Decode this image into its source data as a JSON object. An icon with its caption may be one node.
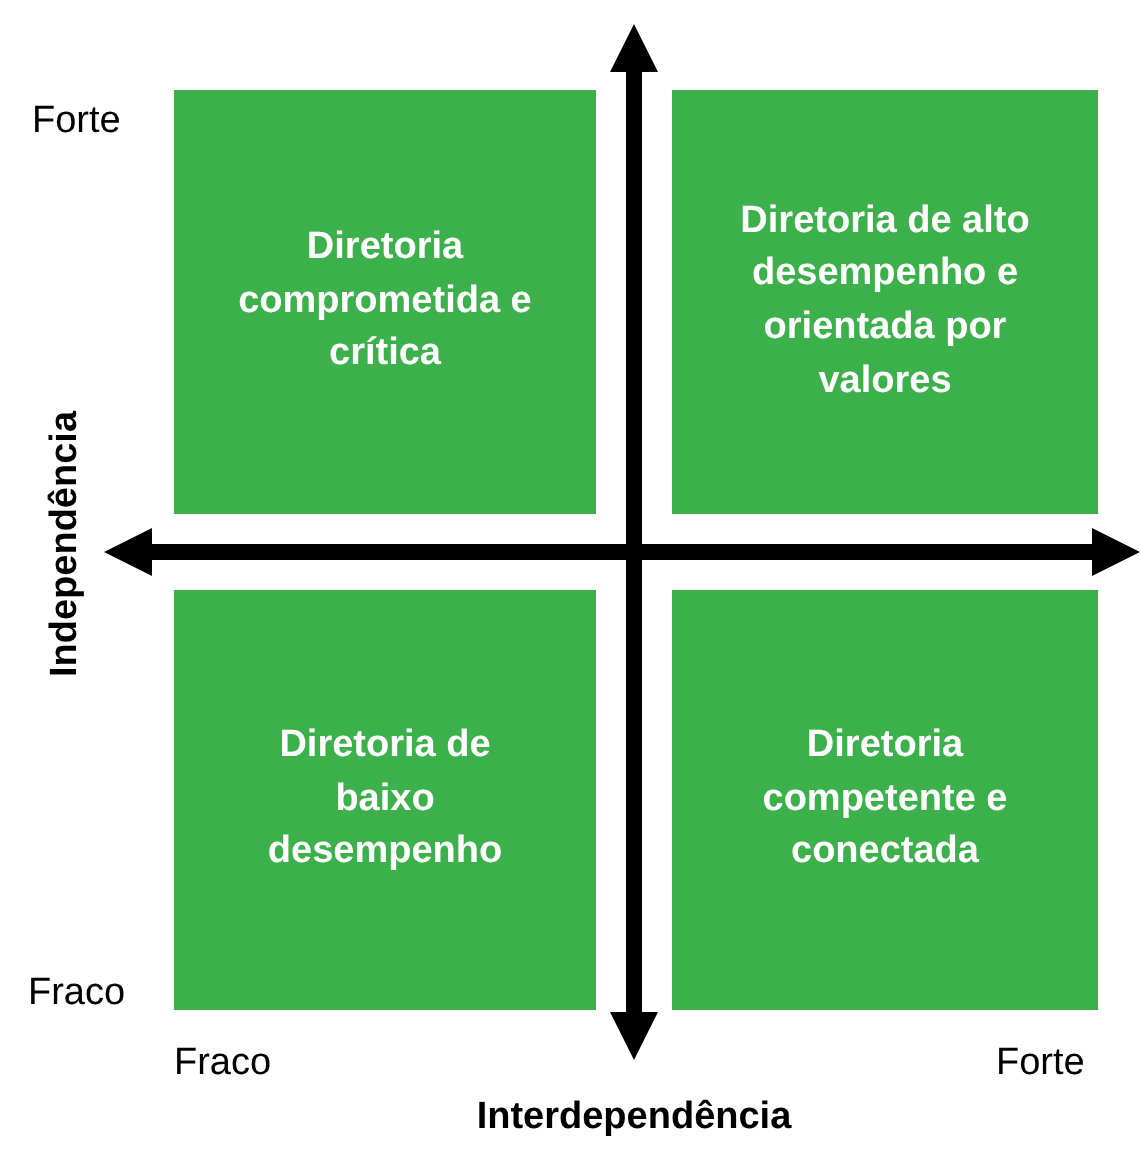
{
  "diagram": {
    "nodes": [
      {
        "text": [
          "Diretoria comprometida e crítica"
        ]
      },
      {
        "text": [
          "Diretoria de alto desempenho e orientada por valores"
        ]
      },
      {
        "text": [
          "Diretoria de baixo desempenho"
        ]
      },
      {
        "text": [
          "Diretoria competente e conectada"
        ]
      }
    ],
    "labels": [
      "Forte",
      "Independência",
      "Fraco",
      "Fraco",
      "Forte",
      "Interdependência"
    ]
  }
}
